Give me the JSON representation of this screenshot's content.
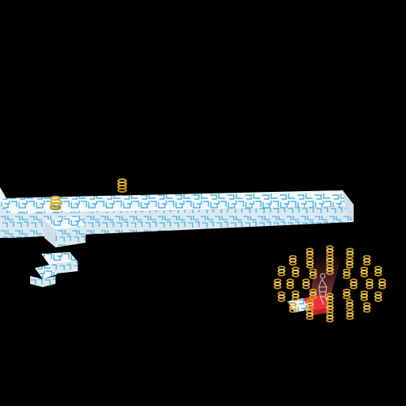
{
  "scene": {
    "background": "#000000",
    "block_face": "#f4f8fb",
    "block_side": "#d7e4ec",
    "block_pattern": "#2aa7e0",
    "spring_color": "#d9a21c",
    "spring_highlight": "#f4d46a",
    "goal_glow": "#ff5a5a",
    "goal_pad": "#e8333a",
    "player_outline": "#ffffff"
  },
  "hud": {},
  "objects": {
    "springs_on_bridge": 2,
    "springs_in_field": 36,
    "goal": "red-beam-goal",
    "player": "wireframe-character"
  }
}
